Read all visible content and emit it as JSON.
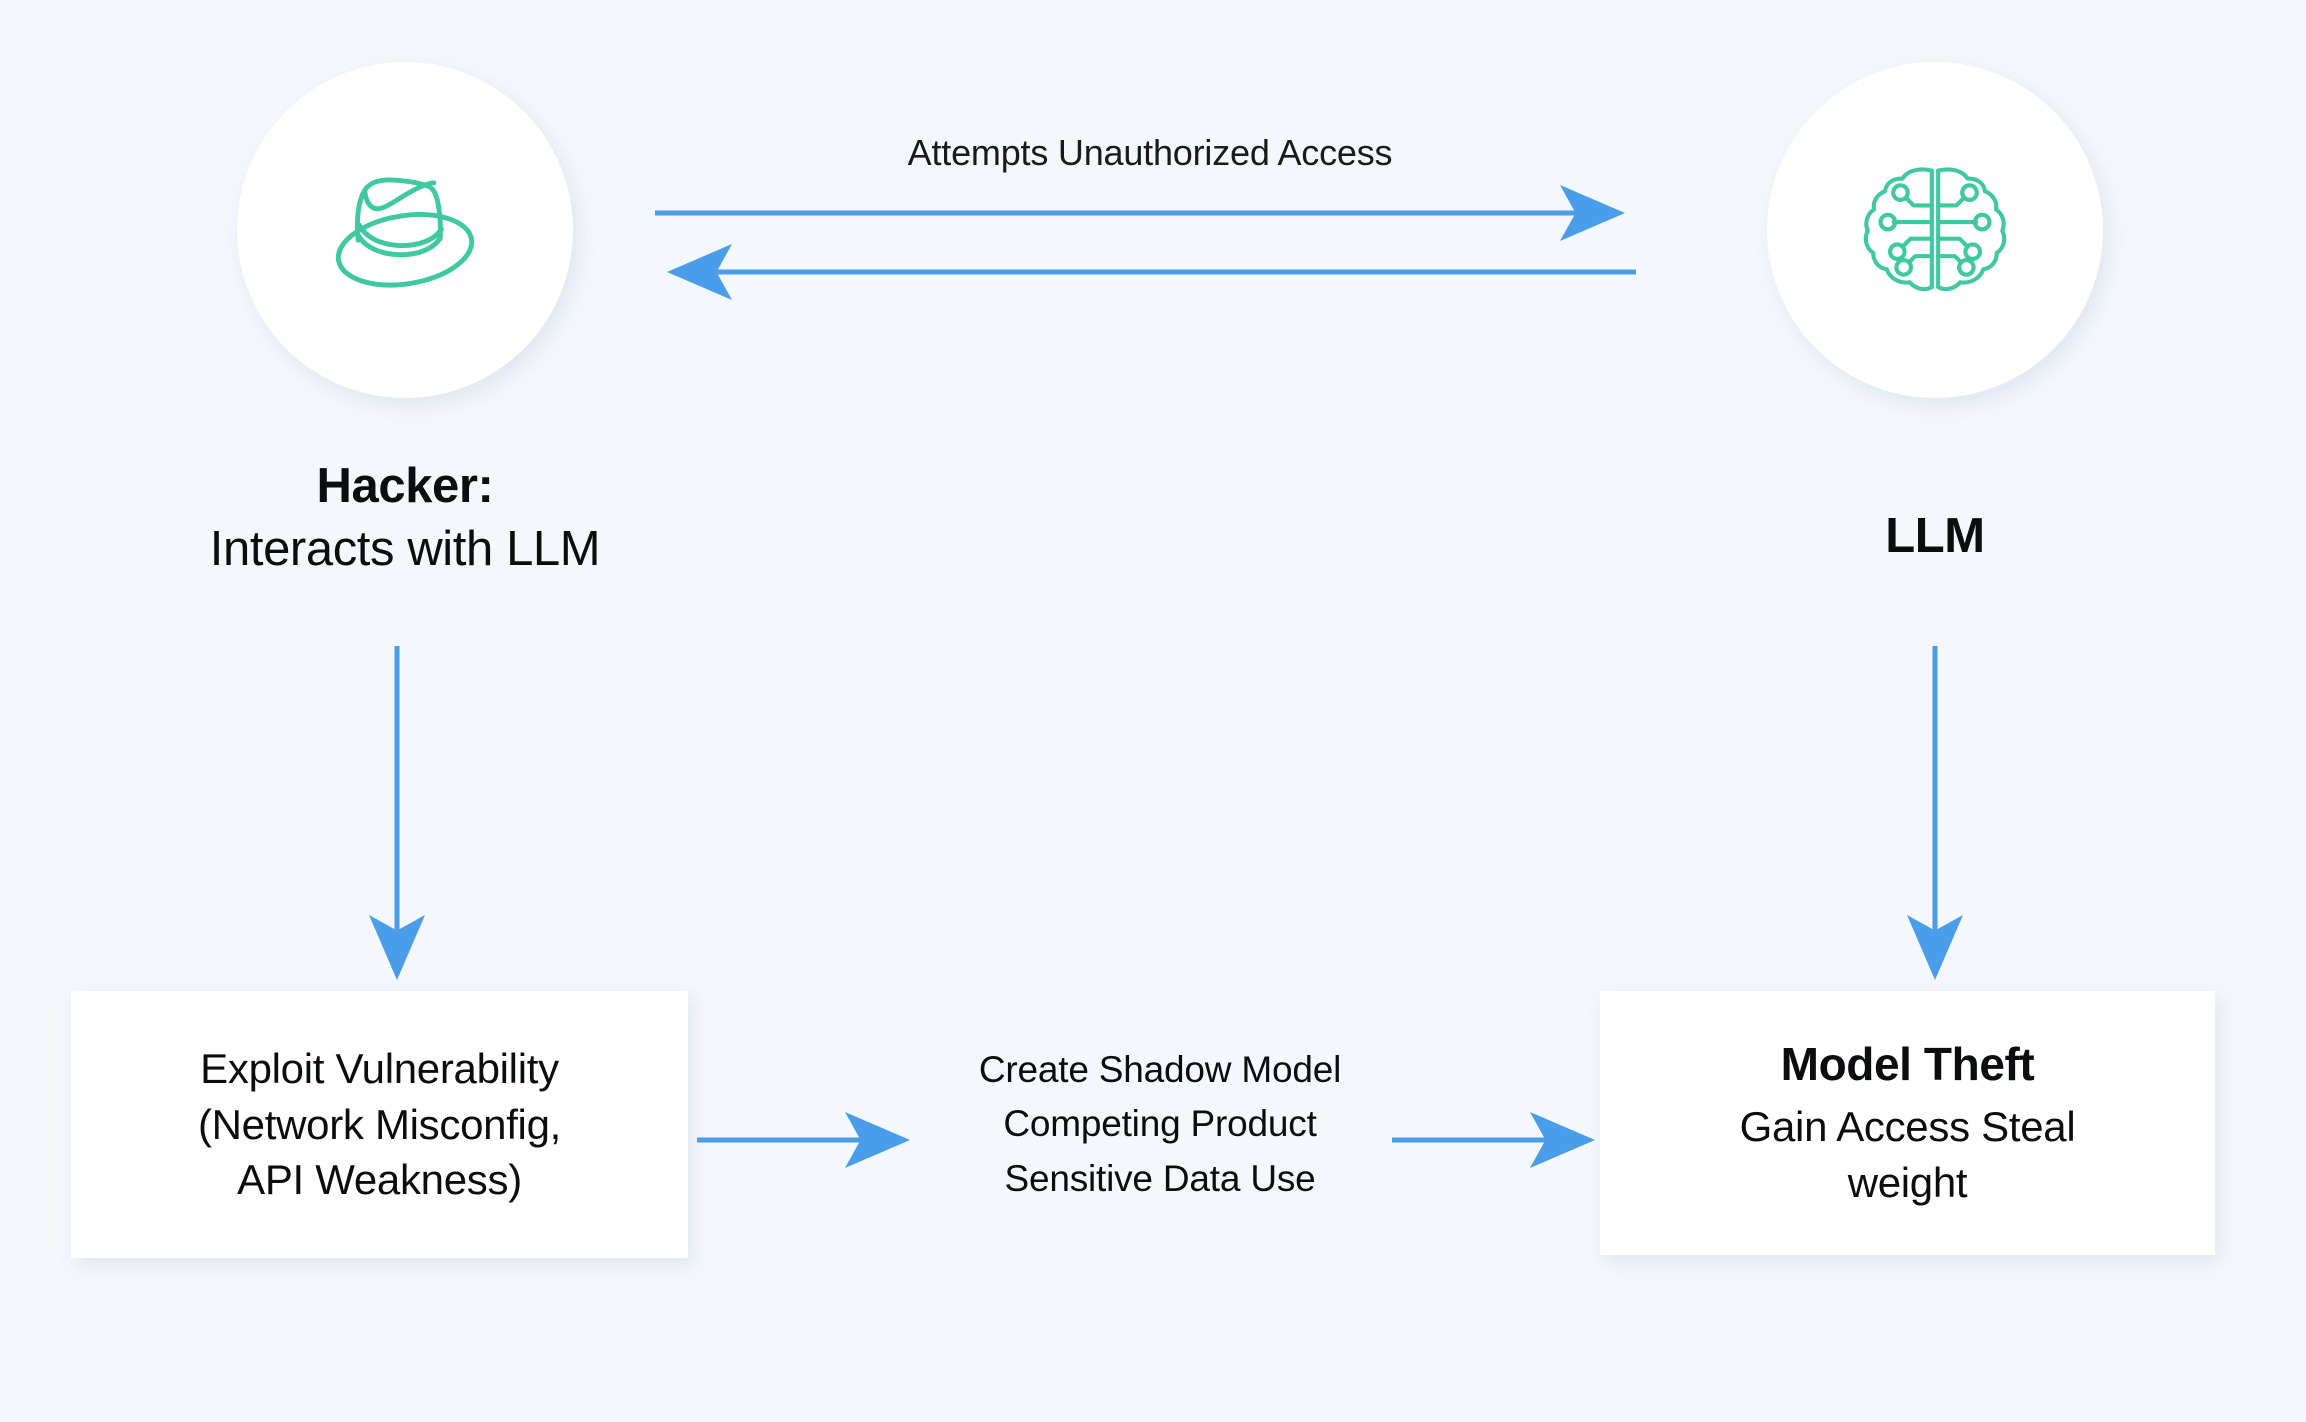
{
  "canvas": {
    "background_color": "#f4f7fc",
    "accent_arrow_color": "#4a9de8",
    "icon_color": "#3ec9a0",
    "box_fill_color": "#ffffff",
    "text_color": "#0c0d0e"
  },
  "actors": {
    "hacker": {
      "icon_name": "fedora-hat-icon",
      "title": "Hacker:",
      "subtitle": "Interacts with LLM"
    },
    "llm": {
      "icon_name": "circuit-brain-icon",
      "title": "LLM"
    }
  },
  "links": {
    "top_label": "Attempts Unauthorized Access",
    "request_arrow_direction": "right",
    "response_arrow_direction": "left"
  },
  "boxes": {
    "exploit": {
      "lines": [
        "Exploit Vulnerability",
        "(Network Misconfig,",
        "API Weakness)"
      ]
    },
    "theft": {
      "title": "Model Theft",
      "lines": [
        "Gain Access Steal",
        "weight"
      ]
    }
  },
  "middle_note": {
    "lines": [
      "Create Shadow Model",
      "Competing Product",
      "Sensitive Data Use"
    ]
  }
}
